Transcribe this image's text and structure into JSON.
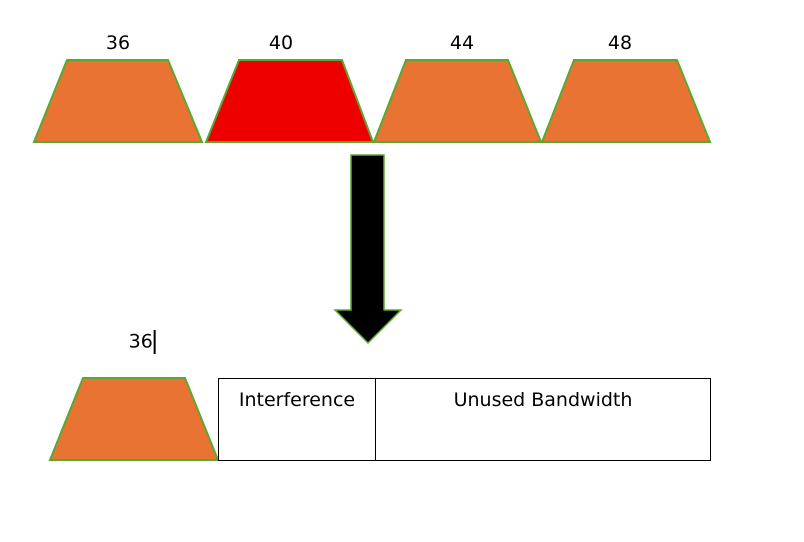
{
  "colors": {
    "channel": "#e87333",
    "interfered": "#ee0000",
    "outline": "#5aa832",
    "arrow": "#000000"
  },
  "top_row": {
    "channels": [
      {
        "label": "36",
        "state": "normal"
      },
      {
        "label": "40",
        "state": "interfered"
      },
      {
        "label": "44",
        "state": "normal"
      },
      {
        "label": "48",
        "state": "normal"
      }
    ]
  },
  "bottom_row": {
    "channel_label": "36",
    "segments": [
      {
        "label": "Interference"
      },
      {
        "label": "Unused Bandwidth"
      }
    ]
  }
}
